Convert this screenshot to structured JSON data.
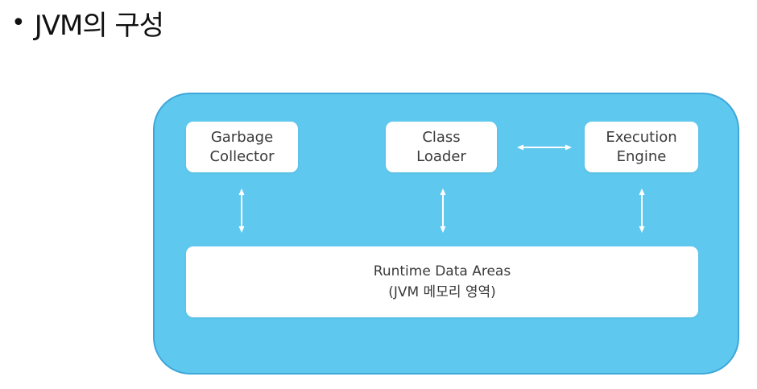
{
  "heading": {
    "bullet": "•",
    "text": "JVM의 구성"
  },
  "colors": {
    "panel_fill": "#5ec8ef",
    "box_fill": "#ffffff",
    "arrow": "#ffffff"
  },
  "diagram": {
    "garbage_collector": {
      "line1": "Garbage",
      "line2": "Collector"
    },
    "class_loader": {
      "line1": "Class",
      "line2": "Loader"
    },
    "execution_engine": {
      "line1": "Execution",
      "line2": "Engine"
    },
    "runtime_data_areas": {
      "line1": "Runtime Data Areas",
      "line2": "(JVM 메모리 영역)"
    }
  }
}
